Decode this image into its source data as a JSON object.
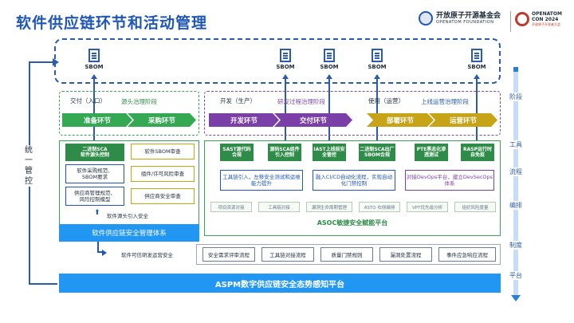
{
  "title": "软件供应链环节和活动管理",
  "logos": {
    "openatom_cn": "开放原子开源基金会",
    "openatom_en": "OPENATOM FOUNDATION",
    "con_line1": "OPENATOM",
    "con_line2": "CON 2024",
    "con_sub": "开放原子开发者大会"
  },
  "sbom_label": "SBOM",
  "left_label": "统一管控",
  "stages": {
    "delivery": "交付（入口）",
    "delivery_phase": "源头治理阶段",
    "dev": "开发（生产）",
    "dev_phase": "研发过程治理阶段",
    "ops": "使用（运营）",
    "ops_phase": "上线运营治理阶段"
  },
  "chevrons": [
    "准备环节",
    "采购环节",
    "开发环节",
    "交付环节",
    "部署环节",
    "运营环节"
  ],
  "left_cards": {
    "c1": "二进制SCA\n软件源头控制",
    "c2": "软件SBOM审查",
    "c3": "软件采购规范、\nSBOM要求",
    "c4": "组件/许可风险审查",
    "c5": "供应商管理规范、\n风险控制模型",
    "c6": "供应商安全审查"
  },
  "left_note": "软件源头引入安全",
  "left_bar": "软件供应链安全管理体系",
  "mid_cards": [
    "SAST源代码合规",
    "源码SCA组件引入控制",
    "IAST上线前安全管控",
    "二进制SCA出厂SBOM合规",
    "PTE黑态化渗透测试",
    "RASP运行时自免疫"
  ],
  "mid_notes": [
    "工具链引入，左移安全测试和运维能力提升",
    "融入CI/CD自动化流程，实现自动化门禁控制",
    "对接DevOps平台，建立DevSecOps体系"
  ],
  "mid_tags": [
    "项目资源对接",
    "工具链对接",
    "漏洞生命周期管理",
    "ASTO 右侧编排",
    "VPT优先级分析",
    "组织风险度量"
  ],
  "mid_bar": "ASOC敏捷安全赋能平台",
  "dev_note": "软件可信研发运营安全",
  "processes": [
    "安全需求评审流程",
    "工具链对接流程",
    "质量门禁规则",
    "漏洞处置流程",
    "事件应急响应流程"
  ],
  "aspm_bar": "ASPM数字供应链安全态势感知平台",
  "right_labels": [
    "阶段",
    "工具",
    "流程",
    "编排",
    "制度",
    "平台"
  ]
}
